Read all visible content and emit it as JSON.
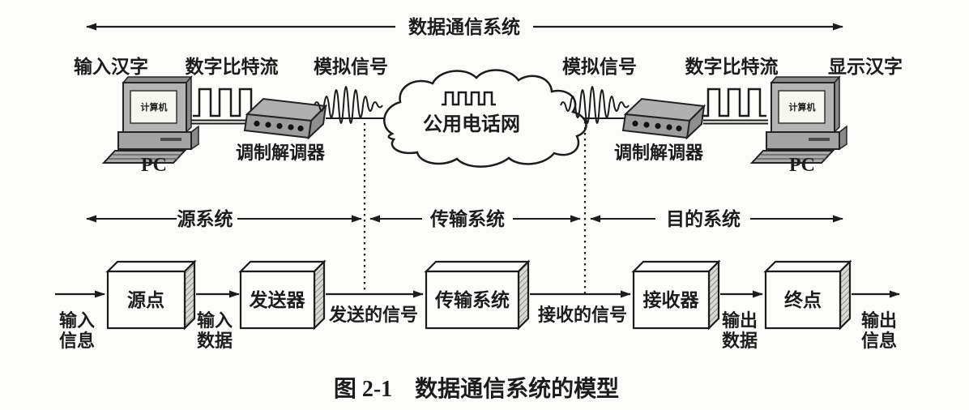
{
  "figure": {
    "top_banner": "数据通信系统",
    "caption": "图 2-1　数据通信系统的模型"
  },
  "upper": {
    "left": {
      "input_label": "输入汉字",
      "bitstream_label": "数字比特流",
      "analog_label": "模拟信号",
      "screen_text": "计算机",
      "pc_label": "PC",
      "modem_label": "调制解调器"
    },
    "cloud": {
      "label": "公用电话网"
    },
    "right": {
      "analog_label": "模拟信号",
      "bitstream_label": "数字比特流",
      "display_label": "显示汉字",
      "screen_text": "计算机",
      "pc_label": "PC",
      "modem_label": "调制解调器"
    }
  },
  "systems": {
    "source": "源系统",
    "transmission": "传输系统",
    "destination": "目的系统"
  },
  "flow": {
    "boxes": {
      "source": "源点",
      "transmitter": "发送器",
      "transmission": "传输系统",
      "receiver": "接收器",
      "endpoint": "终点"
    },
    "labels": {
      "input_info": [
        "输入",
        "信息"
      ],
      "input_data": [
        "输入",
        "数据"
      ],
      "sent_signal": "发送的信号",
      "received_signal": "接收的信号",
      "output_data": [
        "输出",
        "数据"
      ],
      "output_info": [
        "输出",
        "信息"
      ]
    }
  },
  "colors": {
    "ink": "#1c1c1c",
    "paper": "#fcfcfa",
    "device_gray": "#9c9c9c",
    "device_light": "#b4b4b4",
    "device_dark": "#8a8a8a",
    "screen": "#f7f7f2"
  }
}
